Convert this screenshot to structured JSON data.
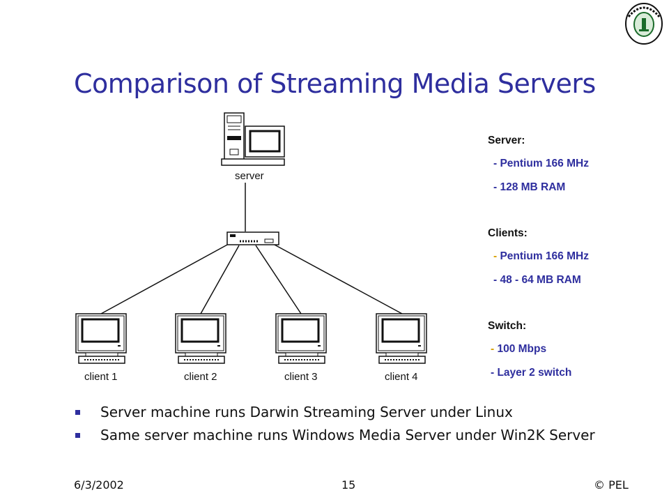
{
  "slide": {
    "title": "Comparison of Streaming Media Servers",
    "logo_text": "Performance Engineering Laboratory",
    "colors": {
      "title": "#2e2e9e",
      "spec_value": "#2e2e9e",
      "bullet": "#2e2e9e",
      "dash_accent": "#d8a000"
    }
  },
  "diagram": {
    "server_label": "server",
    "clients": [
      {
        "label": "client 1"
      },
      {
        "label": "client 2"
      },
      {
        "label": "client 3"
      },
      {
        "label": "client 4"
      }
    ],
    "switch_icon": "network-switch-icon"
  },
  "specs": {
    "server": {
      "heading": "Server:",
      "items": [
        "Pentium  166 MHz",
        "128 MB RAM"
      ]
    },
    "clients": {
      "heading": "Clients:",
      "items": [
        "Pentium 166 MHz",
        "48 - 64 MB RAM"
      ]
    },
    "switch": {
      "heading": "Switch:",
      "items": [
        "100 Mbps",
        "Layer 2 switch"
      ]
    }
  },
  "bullets": [
    "Server machine runs Darwin Streaming Server under Linux",
    "Same server machine runs Windows Media Server under Win2K Server"
  ],
  "footer": {
    "date": "6/3/2002",
    "page": "15",
    "copyright": "© PEL"
  }
}
